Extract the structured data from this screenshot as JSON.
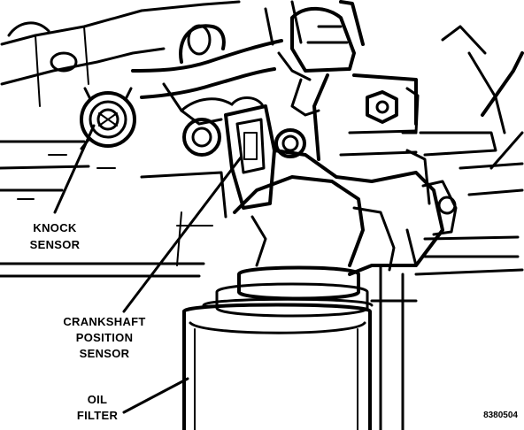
{
  "figure": {
    "labels": {
      "knock_sensor": [
        "KNOCK",
        "SENSOR"
      ],
      "crankshaft_position_sensor": [
        "CRANKSHAFT",
        "POSITION",
        "SENSOR"
      ],
      "oil_filter": [
        "OIL",
        "FILTER"
      ]
    },
    "figure_id": "8380504"
  },
  "colors": {
    "ink": "#000000",
    "paper": "#ffffff"
  }
}
